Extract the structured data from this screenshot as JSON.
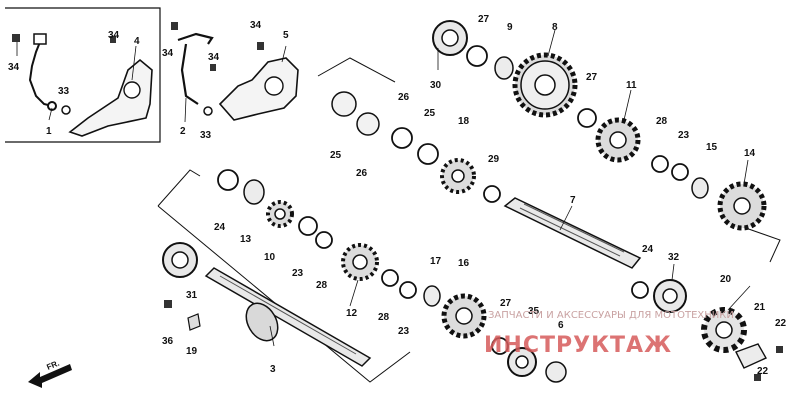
{
  "diagram": {
    "callouts": [
      {
        "id": "c1",
        "text": "1"
      },
      {
        "id": "c2",
        "text": "2"
      },
      {
        "id": "c3",
        "text": "3"
      },
      {
        "id": "c4",
        "text": "4"
      },
      {
        "id": "c5",
        "text": "5"
      },
      {
        "id": "c6",
        "text": "6"
      },
      {
        "id": "c7",
        "text": "7"
      },
      {
        "id": "c8",
        "text": "8"
      },
      {
        "id": "c9",
        "text": "9"
      },
      {
        "id": "c10",
        "text": "10"
      },
      {
        "id": "c11",
        "text": "11"
      },
      {
        "id": "c12",
        "text": "12"
      },
      {
        "id": "c13",
        "text": "13"
      },
      {
        "id": "c14",
        "text": "14"
      },
      {
        "id": "c15",
        "text": "15"
      },
      {
        "id": "c16",
        "text": "16"
      },
      {
        "id": "c17",
        "text": "17"
      },
      {
        "id": "c18",
        "text": "18"
      },
      {
        "id": "c19",
        "text": "19"
      },
      {
        "id": "c20",
        "text": "20"
      },
      {
        "id": "c21",
        "text": "21"
      },
      {
        "id": "c22a",
        "text": "22"
      },
      {
        "id": "c22b",
        "text": "22"
      },
      {
        "id": "c23a",
        "text": "23"
      },
      {
        "id": "c23b",
        "text": "23"
      },
      {
        "id": "c23c",
        "text": "23"
      },
      {
        "id": "c24a",
        "text": "24"
      },
      {
        "id": "c24b",
        "text": "24"
      },
      {
        "id": "c25a",
        "text": "25"
      },
      {
        "id": "c25b",
        "text": "25"
      },
      {
        "id": "c26a",
        "text": "26"
      },
      {
        "id": "c26b",
        "text": "26"
      },
      {
        "id": "c27a",
        "text": "27"
      },
      {
        "id": "c27b",
        "text": "27"
      },
      {
        "id": "c27c",
        "text": "27"
      },
      {
        "id": "c28a",
        "text": "28"
      },
      {
        "id": "c28b",
        "text": "28"
      },
      {
        "id": "c28c",
        "text": "28"
      },
      {
        "id": "c29",
        "text": "29"
      },
      {
        "id": "c30",
        "text": "30"
      },
      {
        "id": "c31",
        "text": "31"
      },
      {
        "id": "c32",
        "text": "32"
      },
      {
        "id": "c33a",
        "text": "33"
      },
      {
        "id": "c33b",
        "text": "33"
      },
      {
        "id": "c34a",
        "text": "34"
      },
      {
        "id": "c34b",
        "text": "34"
      },
      {
        "id": "c34c",
        "text": "34"
      },
      {
        "id": "c34d",
        "text": "34"
      },
      {
        "id": "c34e",
        "text": "34"
      },
      {
        "id": "c35",
        "text": "35"
      },
      {
        "id": "c36",
        "text": "36"
      }
    ],
    "direction_label": "FR.",
    "watermark": {
      "line1": "ЗАПЧАСТИ И АКСЕССУАРЫ ДЛЯ МОТОТЕХНИКИ",
      "line2": "ИНСТРУКТАЖ"
    }
  }
}
